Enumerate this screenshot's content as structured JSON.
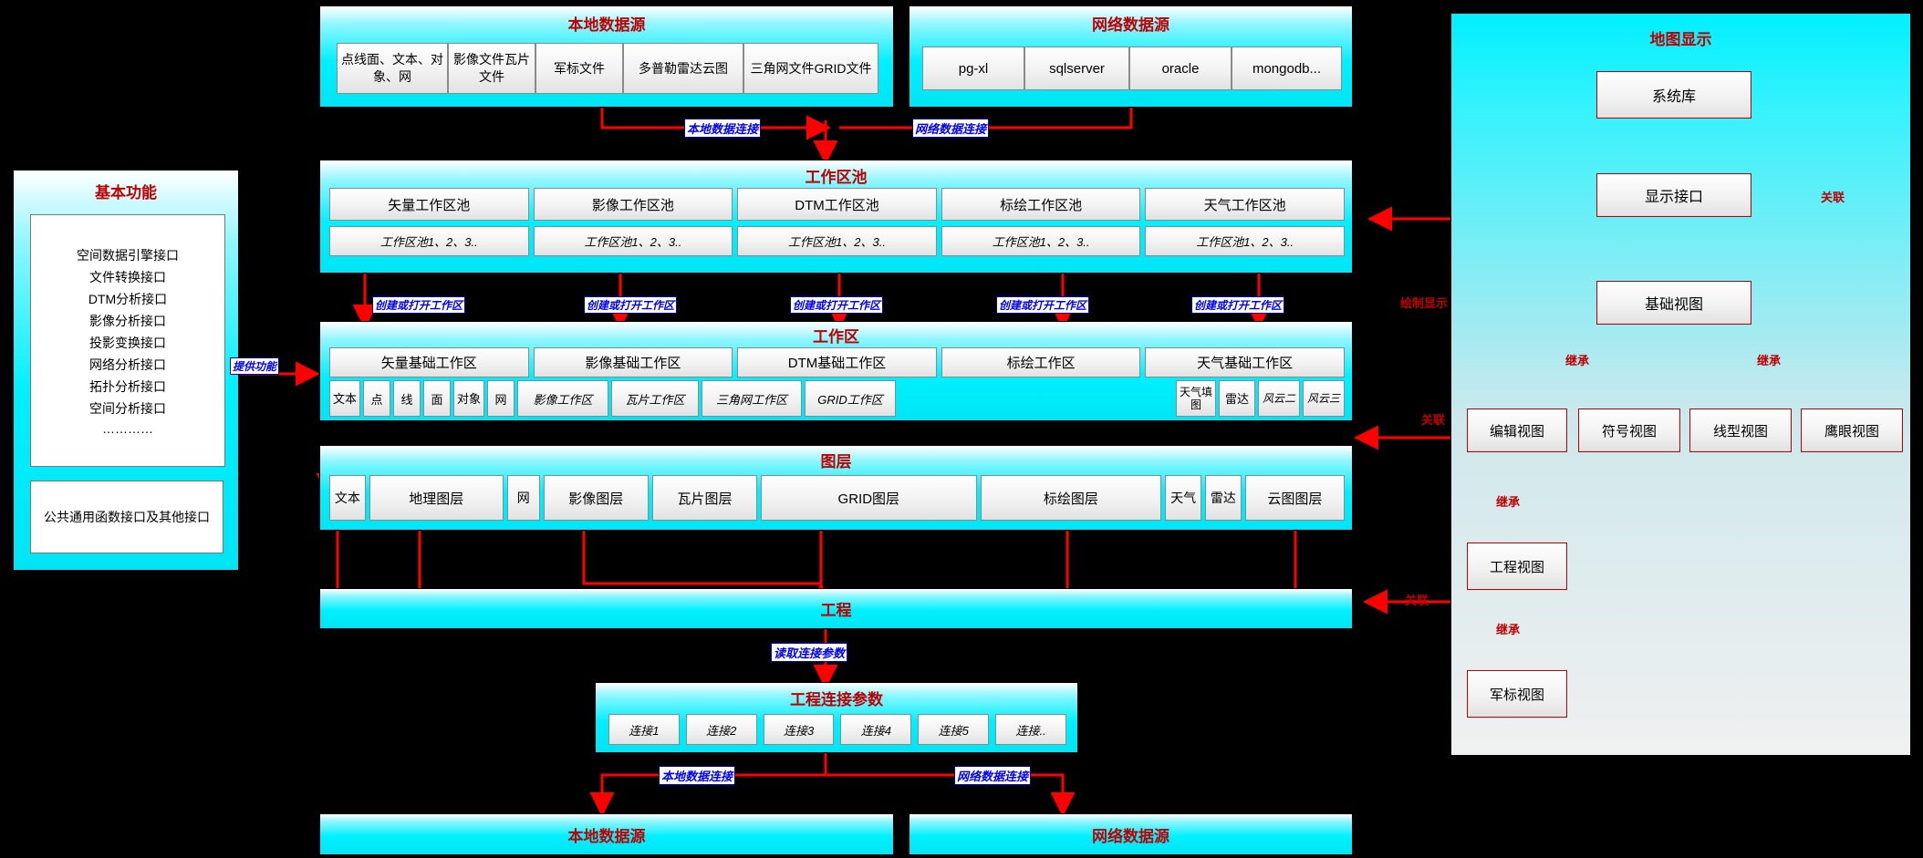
{
  "local_source_top": {
    "title": "本地数据源",
    "items": [
      "点线面、文本、对象、网",
      "影像文件瓦片文件",
      "军标文件",
      "多普勒雷达云图",
      "三角网文件GRID文件"
    ]
  },
  "net_source_top": {
    "title": "网络数据源",
    "items": [
      "pg-xl",
      "sqlserver",
      "oracle",
      "mongodb..."
    ]
  },
  "basic": {
    "title": "基本功能",
    "list": [
      "空间数据引擎接口",
      "文件转换接口",
      "DTM分析接口",
      "影像分析接口",
      "投影变换接口",
      "网络分析接口",
      "拓扑分析接口",
      "空间分析接口",
      "…………"
    ],
    "bottom": "公共通用函数接口及其他接口"
  },
  "pool": {
    "title": "工作区池",
    "cols": [
      "矢量工作区池",
      "影像工作区池",
      "DTM工作区池",
      "标绘工作区池",
      "天气工作区池"
    ],
    "sub": [
      "工作区池1、2、3..",
      "工作区池1、2、3..",
      "工作区池1、2、3..",
      "工作区池1、2、3..",
      "工作区池1、2、3.."
    ]
  },
  "workarea": {
    "title": "工作区",
    "cols": [
      "矢量基础工作区",
      "影像基础工作区",
      "DTM基础工作区",
      "标绘工作区",
      "天气基础工作区"
    ],
    "small": [
      "文本",
      "点",
      "线",
      "面",
      "对象",
      "网",
      "影像工作区",
      "瓦片工作区",
      "三角网工作区",
      "GRID工作区",
      "天气填图",
      "雷达",
      "风云二",
      "风云三"
    ]
  },
  "layers": {
    "title": "图层",
    "items": [
      "文本",
      "地理图层",
      "网",
      "影像图层",
      "瓦片图层",
      "GRID图层",
      "标绘图层",
      "天气",
      "雷达",
      "云图图层"
    ]
  },
  "project": {
    "title": "工程"
  },
  "conn": {
    "title": "工程连接参数",
    "items": [
      "连接1",
      "连接2",
      "连接3",
      "连接4",
      "连接5",
      "连接.."
    ]
  },
  "local_source_bottom": {
    "title": "本地数据源"
  },
  "net_source_bottom": {
    "title": "网络数据源"
  },
  "map": {
    "title": "地图显示",
    "nodes": {
      "sys": "系统库",
      "display_iface": "显示接口",
      "base_view": "基础视图",
      "edit_view": "编辑视图",
      "symbol_view": "符号视图",
      "line_view": "线型视图",
      "eagle_view": "鹰眼视图",
      "project_view": "工程视图",
      "military_view": "军标视图"
    }
  },
  "edge_labels": {
    "local_conn_top": "本地数据连接",
    "net_conn_top": "网络数据连接",
    "create_open": "创建或打开工作区",
    "provide": "提供功能",
    "draw_display": "绘制显示",
    "relate": "关联",
    "inherit": "继承",
    "read_conn": "读取连接参数",
    "local_conn_bottom": "本地数据连接",
    "net_conn_bottom": "网络数据连接"
  }
}
